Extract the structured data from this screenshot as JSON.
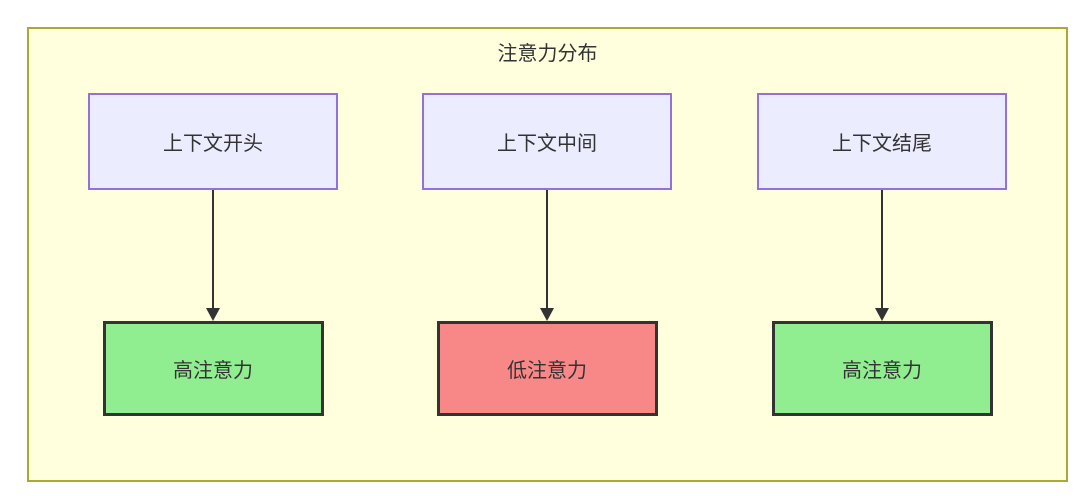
{
  "diagram": {
    "title": "注意力分布",
    "nodes": {
      "sources": [
        "上下文开头",
        "上下文中间",
        "上下文结尾"
      ],
      "targets": [
        "高注意力",
        "低注意力",
        "高注意力"
      ],
      "target_levels": [
        "high",
        "low",
        "high"
      ]
    },
    "edges": [
      {
        "from": "上下文开头",
        "to": "高注意力"
      },
      {
        "from": "上下文中间",
        "to": "低注意力"
      },
      {
        "from": "上下文结尾",
        "to": "高注意力"
      }
    ],
    "colors": {
      "page_background": "#ffffff",
      "container_fill": "#ffffde",
      "container_border": "#aaaa33",
      "source_node_fill": "#ececff",
      "source_node_border": "#9370db",
      "high_attention_fill": "#90ee90",
      "low_attention_fill": "#f88888",
      "target_node_border": "#333333",
      "edge_color": "#333333",
      "text_color": "#333333"
    }
  }
}
